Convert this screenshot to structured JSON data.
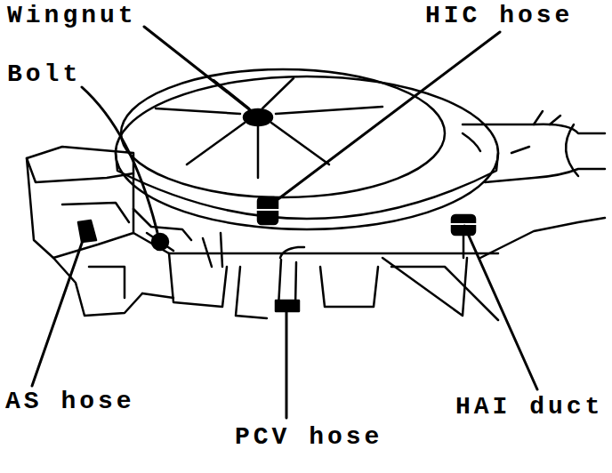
{
  "diagram": {
    "labels": [
      "Wingnut",
      "HIC hose",
      "Bolt",
      "AS hose",
      "PCV hose",
      "HAI duct"
    ]
  }
}
